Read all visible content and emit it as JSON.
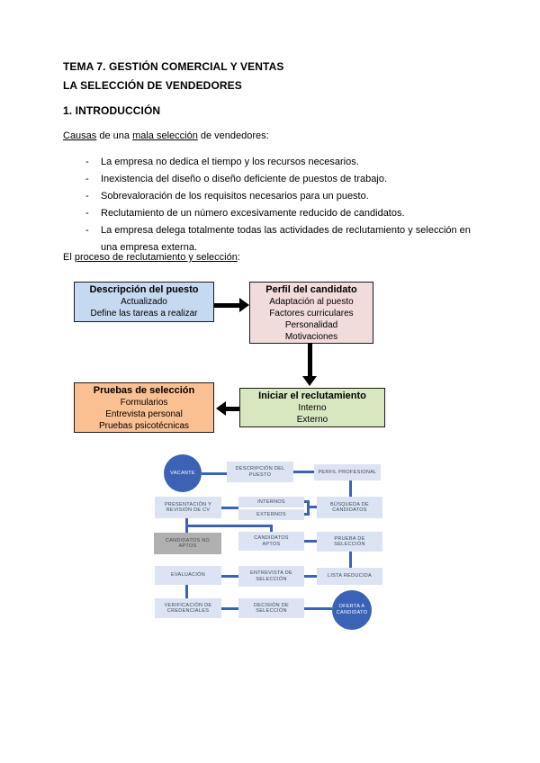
{
  "page": {
    "background": "#ffffff"
  },
  "document": {
    "title_line1": "TEMA 7. GESTIÓN COMERCIAL Y VENTAS",
    "title_line2": "LA SELECCIÓN DE VENDEDORES",
    "section_heading": "1. INTRODUCCIÓN",
    "intro": {
      "underline1": "Causas",
      "middle": " de una ",
      "underline2": "mala selección",
      "tail": " de vendedores:"
    },
    "bullet_marker": "-",
    "bullets": [
      "La empresa no dedica el tiempo y los recursos necesarios.",
      "Inexistencia del diseño o diseño deficiente de puestos de trabajo.",
      "Sobrevaloración de los requisitos necesarios para un puesto.",
      "Reclutamiento de un número excesivamente reducido de candidatos.",
      "La empresa delega totalmente todas las actividades de reclutamiento y selección en una empresa externa."
    ],
    "process_intro": {
      "head": "El ",
      "underline": "proceso de reclutamiento y selección",
      "tail": ":"
    }
  },
  "flowchart1": {
    "arrow_color": "#000000",
    "boxes": {
      "descripcion": {
        "title": "Descripción del puesto",
        "lines": [
          "Actualizado",
          "Define las tareas a realizar"
        ],
        "fill": "#c5d9f1"
      },
      "perfil": {
        "title": "Perfil del candidato",
        "lines": [
          "Adaptación al puesto",
          "Factores curriculares",
          "Personalidad",
          "Motivaciones"
        ],
        "fill": "#f2dbdb"
      },
      "pruebas": {
        "title": "Pruebas de selección",
        "lines": [
          "Formularios",
          "Entrevista personal",
          "Pruebas psicotécnicas"
        ],
        "fill": "#fbc091"
      },
      "iniciar": {
        "title": "Iniciar el reclutamiento",
        "lines": [
          "Interno",
          "Externo"
        ],
        "fill": "#d7e7c0"
      }
    }
  },
  "flowchart2": {
    "colors": {
      "node_fill": "#dce3f3",
      "node_text": "#3d4856",
      "gray_fill": "#b0b0b0",
      "gray_text": "#474747",
      "accent_blue": "#3b62b5",
      "circle_text": "#ffffff"
    },
    "nodes": {
      "vacante": {
        "shape": "circle",
        "line1": "VACANTE"
      },
      "descripcion_puesto": {
        "shape": "box",
        "line1": "DESCRIPCIÓN DEL",
        "line2": "PUESTO"
      },
      "perfil_profesional": {
        "shape": "box",
        "line1": "PERFIL PROFESIONAL"
      },
      "presentacion_cv": {
        "shape": "box",
        "line1": "PRESENTACIÓN Y",
        "line2": "REVISIÓN DE CV"
      },
      "internos": {
        "shape": "box",
        "line1": "INTERNOS"
      },
      "externos": {
        "shape": "box",
        "line1": "EXTERNOS"
      },
      "busqueda": {
        "shape": "box",
        "line1": "BÚSQUEDA DE",
        "line2": "CANDIDATOS"
      },
      "no_aptos": {
        "shape": "box-gray",
        "line1": "CANDIDATOS NO",
        "line2": "APTOS"
      },
      "aptos": {
        "shape": "box",
        "line1": "CANDIDATOS",
        "line2": "APTOS"
      },
      "prueba": {
        "shape": "box",
        "line1": "PRUEBA DE",
        "line2": "SELECCIÓN"
      },
      "evaluacion": {
        "shape": "box",
        "line1": "EVALUACIÓN"
      },
      "entrevista": {
        "shape": "box",
        "line1": "ENTREVISTA DE",
        "line2": "SELECCIÓN"
      },
      "lista": {
        "shape": "box",
        "line1": "LISTA REDUCIDA"
      },
      "verificacion": {
        "shape": "box",
        "line1": "VERIFICACIÓN DE",
        "line2": "CREDENCIALES"
      },
      "decision": {
        "shape": "box",
        "line1": "DECISIÓN DE",
        "line2": "SELECCIÓN"
      },
      "oferta": {
        "shape": "circle",
        "line1": "OFERTA A",
        "line2": "CANDIDATO"
      }
    }
  }
}
